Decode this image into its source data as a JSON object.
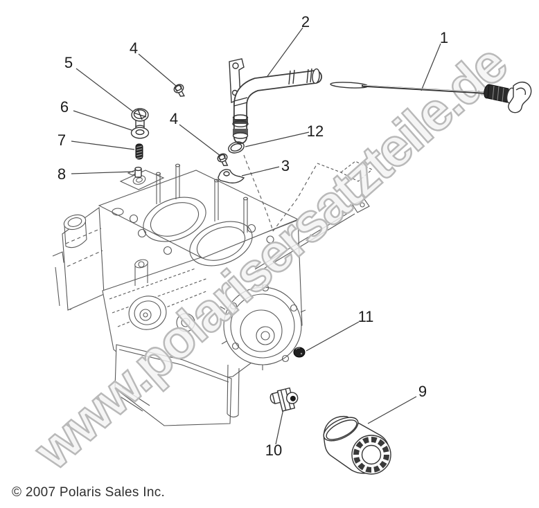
{
  "diagram": {
    "watermark_text": "www.polarisersatzteile.de",
    "copyright_text": "© 2007 Polaris Sales Inc.",
    "callout_labels": [
      "1",
      "2",
      "3",
      "4",
      "4",
      "5",
      "6",
      "7",
      "8",
      "9",
      "10",
      "11",
      "12"
    ]
  },
  "colors": {
    "background": "#ffffff",
    "engine_line": "#585858",
    "part_line": "#333333",
    "watermark_outline": "#b9b9b9",
    "watermark_fill": "#f3f3f3",
    "callout_text": "#1b1b1b",
    "copyright_text": "#2e2e2e"
  }
}
